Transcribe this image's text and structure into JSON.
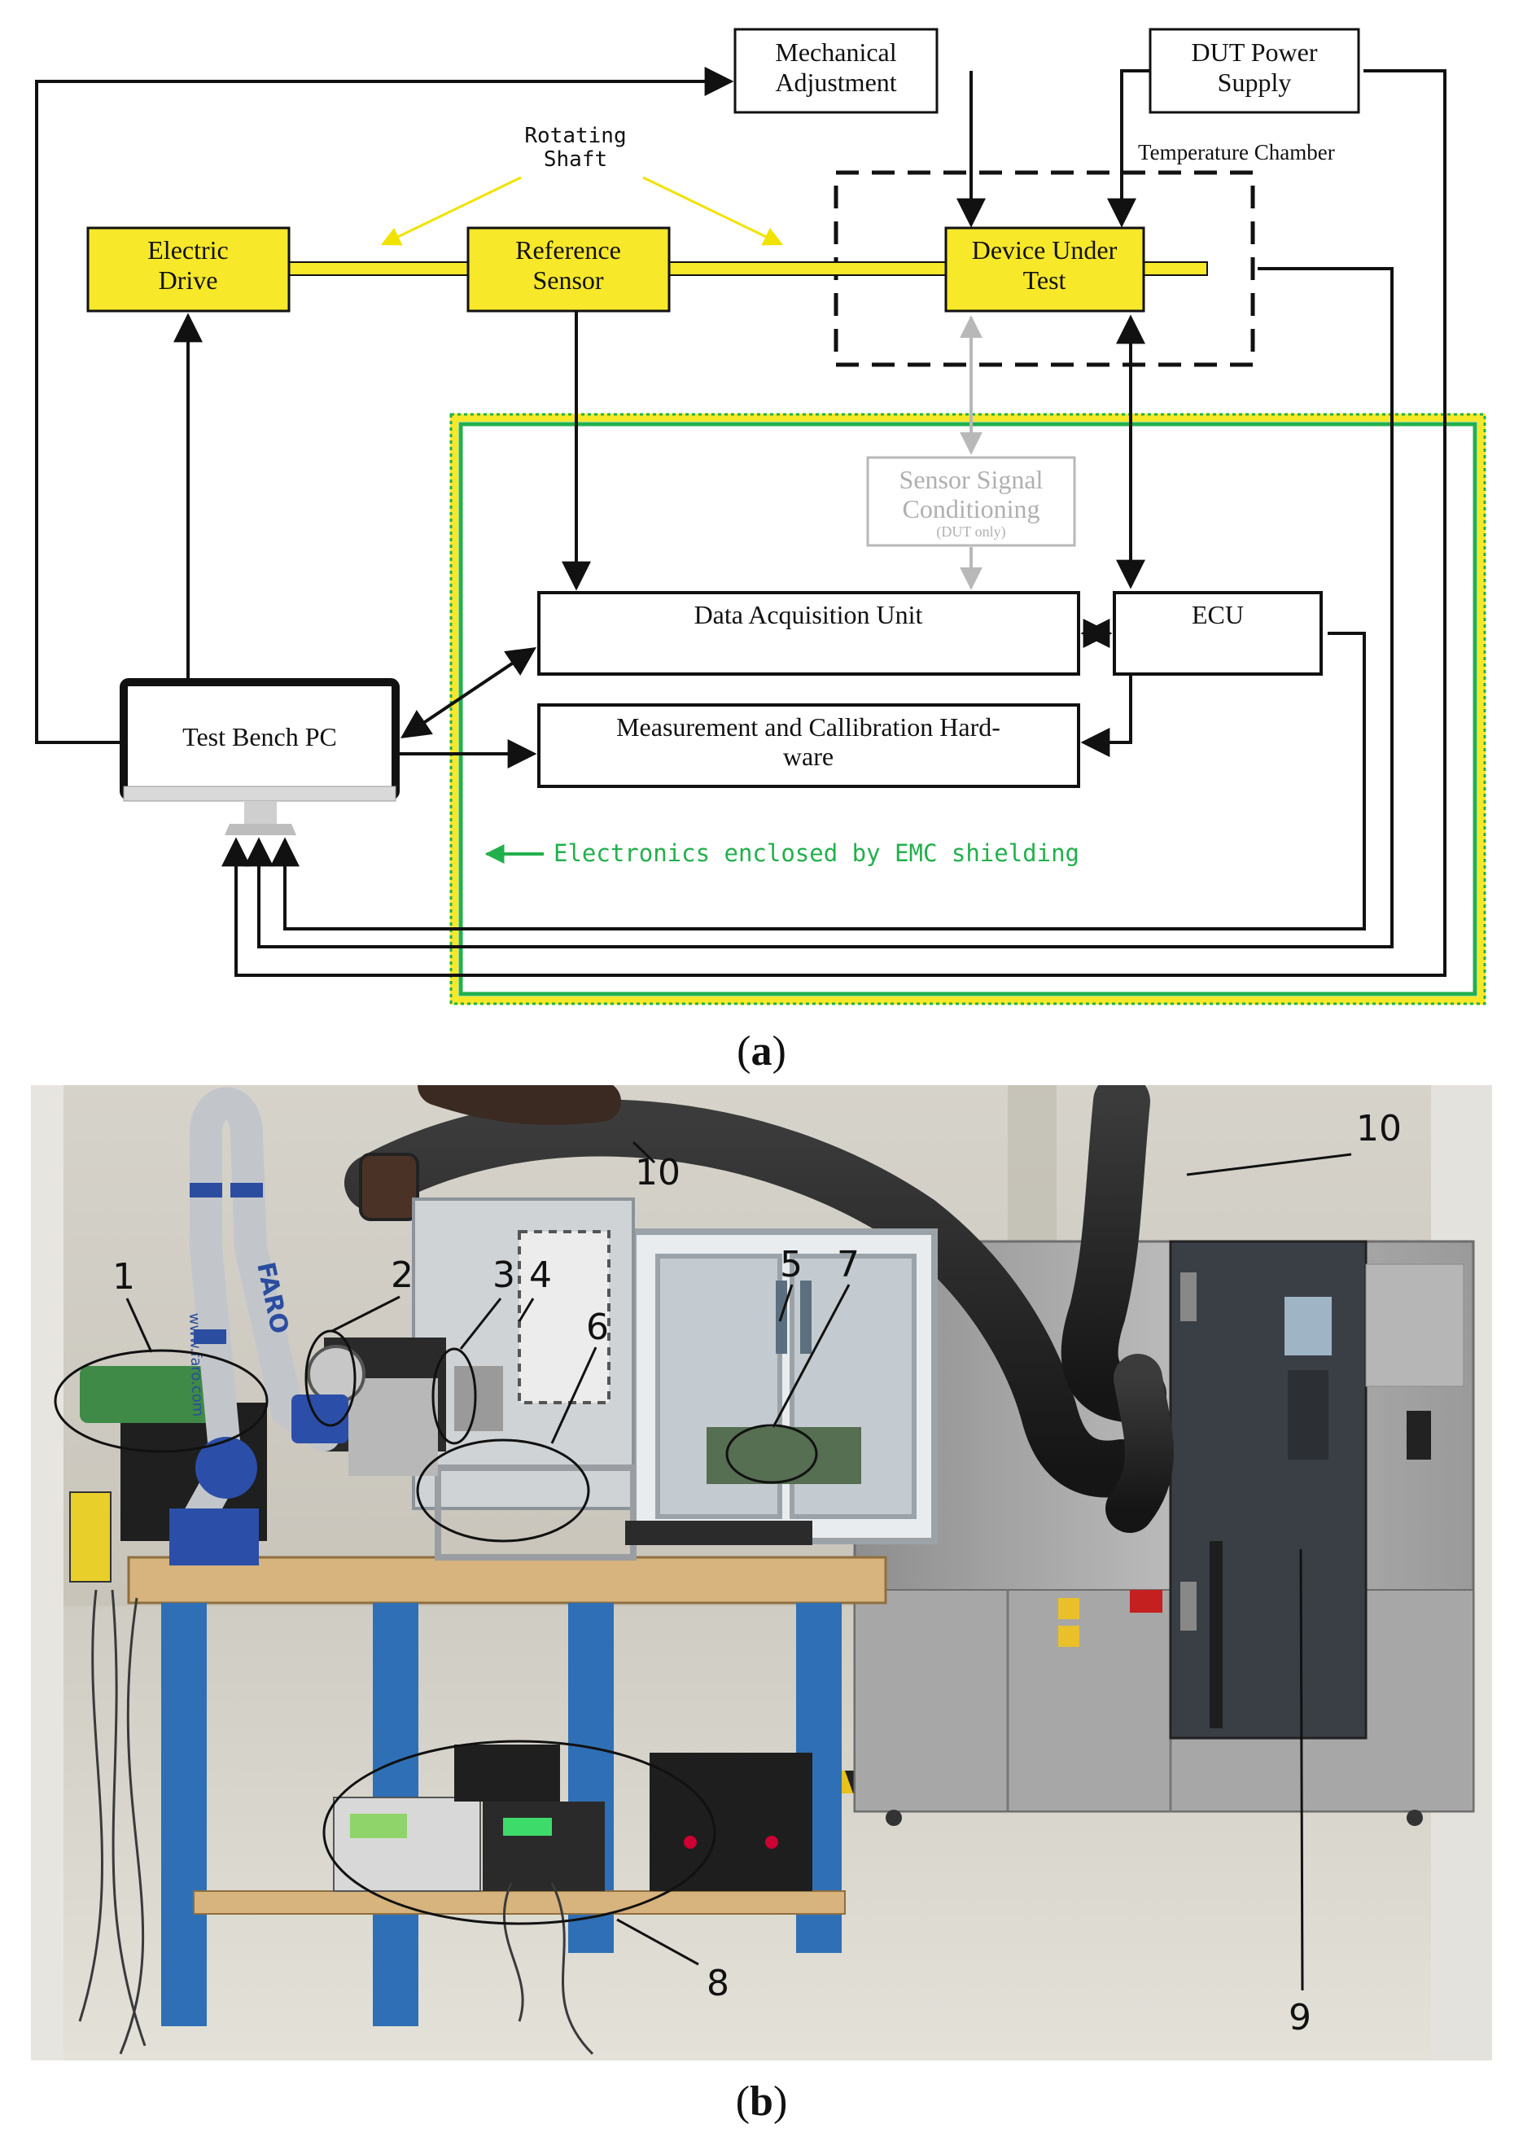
{
  "diagram": {
    "boxes": {
      "mechanical_adjustment": [
        "Mechanical",
        "Adjustment"
      ],
      "dut_power_supply": [
        "DUT Power",
        "Supply"
      ],
      "electric_drive": [
        "Electric",
        "Drive"
      ],
      "reference_sensor": [
        "Reference",
        "Sensor"
      ],
      "device_under_test": [
        "Device Under",
        "Test"
      ],
      "sensor_signal_conditioning": [
        "Sensor Signal",
        "Conditioning",
        "(DUT only)"
      ],
      "data_acquisition_unit": "Data Acquisition Unit",
      "ecu": "ECU",
      "test_bench_pc": "Test Bench PC",
      "measurement_hardware": [
        "Measurement and Callibration Hard-",
        "ware"
      ]
    },
    "labels": {
      "rotating_shaft": [
        "Rotating",
        "Shaft"
      ],
      "temperature_chamber": "Temperature Chamber",
      "emc_note": "Electronics enclosed by EMC shielding"
    },
    "colors": {
      "shaft_yellow": "#f7e82a",
      "emc_green": "#22b04c",
      "arrow_yellow": "#f2e200",
      "faded_gray": "#b8b8b8"
    }
  },
  "photo": {
    "callouts": [
      "1",
      "2",
      "3",
      "4",
      "5",
      "6",
      "7",
      "8",
      "9",
      "10",
      "10"
    ],
    "visible_text": {
      "arm_brand": "FARO",
      "arm_url": "www.faro.com"
    }
  },
  "captions": {
    "a": "a",
    "b": "b"
  }
}
